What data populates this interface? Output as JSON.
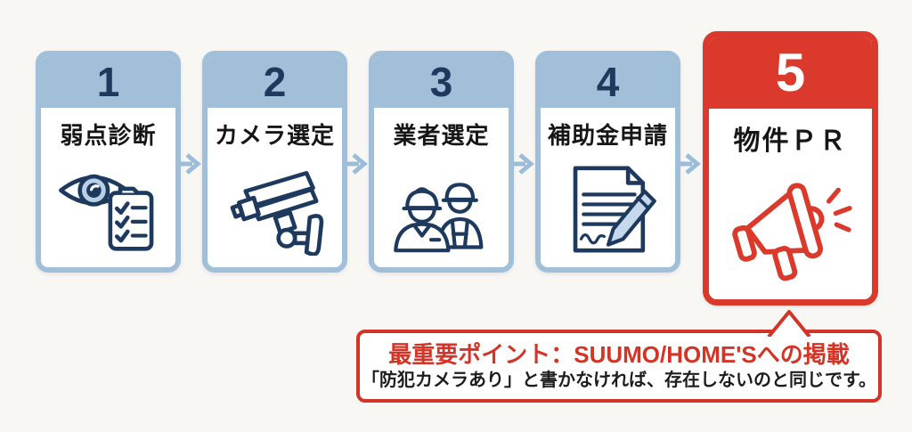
{
  "colors": {
    "background": "#f8f7f4",
    "blue_theme": "#a1bfd9",
    "navy_number": "#1c3a5e",
    "red_theme": "#da392b",
    "callout_red": "#d23527",
    "text_black": "#161616"
  },
  "steps": [
    {
      "number": "1",
      "label": "弱点診断",
      "icon": "eye-checklist-icon"
    },
    {
      "number": "2",
      "label": "カメラ選定",
      "icon": "cctv-camera-icon"
    },
    {
      "number": "3",
      "label": "業者選定",
      "icon": "construction-workers-icon"
    },
    {
      "number": "4",
      "label": "補助金申請",
      "icon": "document-pen-icon"
    },
    {
      "number": "5",
      "label": "物件ＰＲ",
      "icon": "megaphone-icon"
    }
  ],
  "callout": {
    "title": "最重要ポイント：SUUMO/HOME'Sへの掲載",
    "body": "「防犯カメラあり」と書かなければ、存在しないのと同じです。"
  }
}
